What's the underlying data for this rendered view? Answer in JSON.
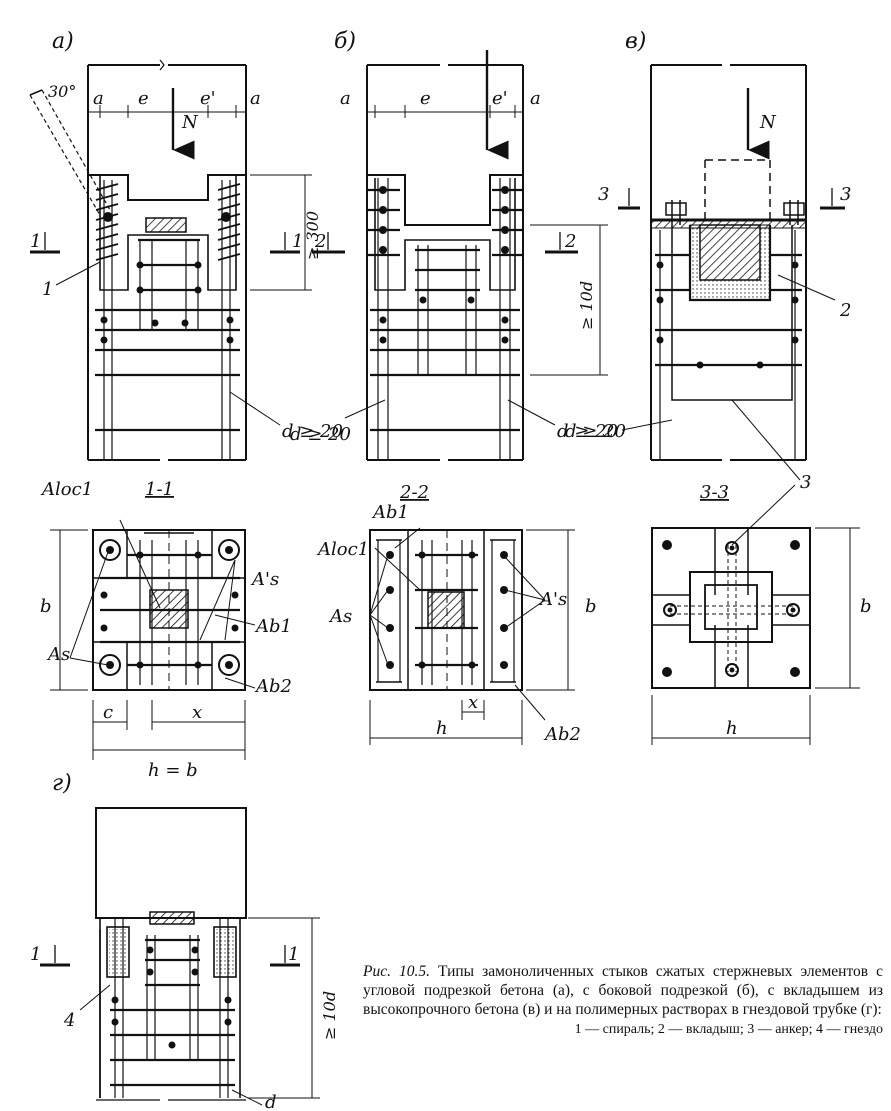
{
  "panels": {
    "a": "а)",
    "b": "б)",
    "v": "в)",
    "g": "г)"
  },
  "labels": {
    "angle": "30°",
    "a": "a",
    "e": "e",
    "e_prime": "e'",
    "N": "N",
    "min300": "≥ 300",
    "min10d": "≥ 10d",
    "d20": "d ≥ 20",
    "d": "d",
    "c": "c",
    "x": "x",
    "h": "h",
    "b": "b",
    "h_eq_b": "h = b",
    "As": "As",
    "As_prime": "A's",
    "Ab1": "Ab1",
    "Ab2": "Ab2",
    "Aloc1": "Aloc1",
    "one": "1",
    "two": "2",
    "three": "3",
    "four": "4"
  },
  "sections": {
    "s11": "1-1",
    "s22": "2-2",
    "s33": "3-3"
  },
  "caption": {
    "prefix": "Рис. 10.5.",
    "text": "Типы замоноличенных стыков сжатых стержневых элементов с угловой подрезкой бетона (а), с боковой подрезкой (б), с вкладышем из высокопрочного бетона (в) и на полимерных растворах в гнездовой трубке (г):",
    "legend": "1 — спираль; 2 — вкладыш; 3 — анкер; 4 — гнездо"
  }
}
